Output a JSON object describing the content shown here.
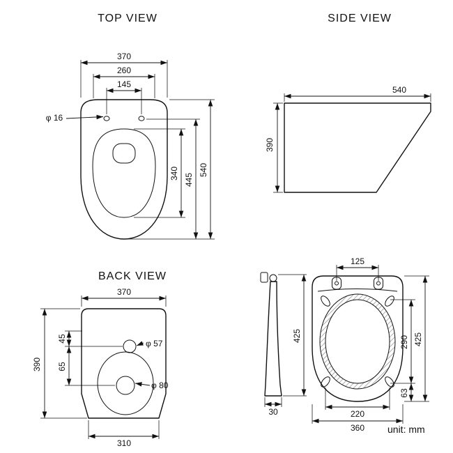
{
  "sheet": {
    "unit_label": "unit: mm"
  },
  "views": {
    "top": {
      "title": "TOP VIEW",
      "dims": {
        "width": "370",
        "rim_width": "260",
        "hole_spacing": "145",
        "hole_dia": "φ 16",
        "bowl_length": "340",
        "rim_depth": "445",
        "depth": "540"
      }
    },
    "side": {
      "title": "SIDE VIEW",
      "dims": {
        "depth": "540",
        "height": "390"
      }
    },
    "back": {
      "title": "BACK VIEW",
      "dims": {
        "width": "370",
        "inlet_offset": "45",
        "inlet_dia": "φ 57",
        "drain_offset": "65",
        "drain_dia": "φ 80",
        "height": "390",
        "base_width": "310"
      }
    },
    "seat": {
      "dims": {
        "hinge_spacing": "125",
        "profile_length": "425",
        "profile_thickness": "30",
        "opening_length": "290",
        "length": "425",
        "front_gap": "63",
        "opening_width": "220",
        "width": "360"
      }
    }
  }
}
